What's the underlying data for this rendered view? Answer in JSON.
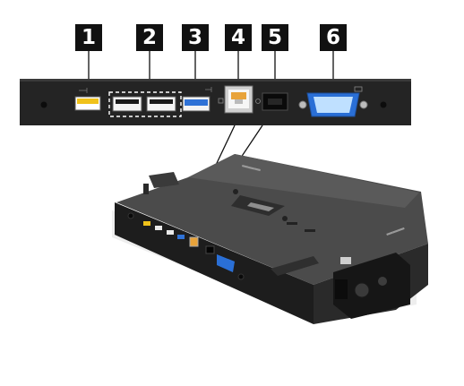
{
  "callouts": [
    "1",
    "2",
    "3",
    "4",
    "5",
    "6"
  ],
  "connectors": [
    {
      "callout": "1",
      "icon": "usb-icon",
      "port": "usb-yellow-port"
    },
    {
      "callout": "2",
      "icon": "usb-icon",
      "port": "usb-port-pair"
    },
    {
      "callout": "3",
      "icon": "usb3-icon",
      "port": "usb3-blue-port"
    },
    {
      "callout": "4",
      "icon": "ethernet-icon",
      "port": "ethernet-port"
    },
    {
      "callout": "5",
      "icon": "power-icon",
      "port": "power-connector"
    },
    {
      "callout": "6",
      "icon": "monitor-icon",
      "port": "vga-port"
    }
  ],
  "colors": {
    "callout_bg": "#111111",
    "panel": "#242424",
    "usb_yellow": "#f0c21a",
    "usb3_blue": "#2f72d6",
    "ethernet_amber": "#e8a33a",
    "vga_blue": "#2a6fd6",
    "dock_dark": "#1f1f1f",
    "dock_top": "#4a4a4a"
  }
}
